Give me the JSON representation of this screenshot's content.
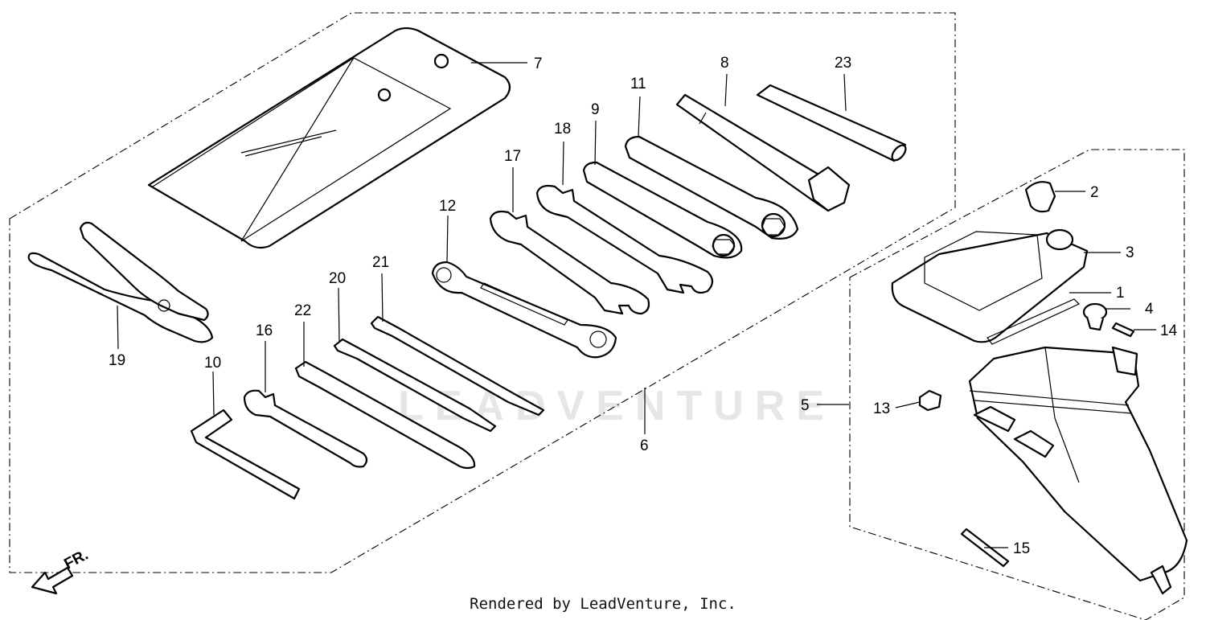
{
  "watermark": "LEADVENTURE",
  "credit": "Rendered by LeadVenture, Inc.",
  "direction_mark": "FR.",
  "callouts": {
    "c1": "1",
    "c2": "2",
    "c3": "3",
    "c4": "4",
    "c5": "5",
    "c6": "6",
    "c7": "7",
    "c8": "8",
    "c9": "9",
    "c10": "10",
    "c11": "11",
    "c12": "12",
    "c13": "13",
    "c14": "14",
    "c15": "15",
    "c16": "16",
    "c17": "17",
    "c18": "18",
    "c19": "19",
    "c20": "20",
    "c21": "21",
    "c22": "22",
    "c23": "23"
  }
}
